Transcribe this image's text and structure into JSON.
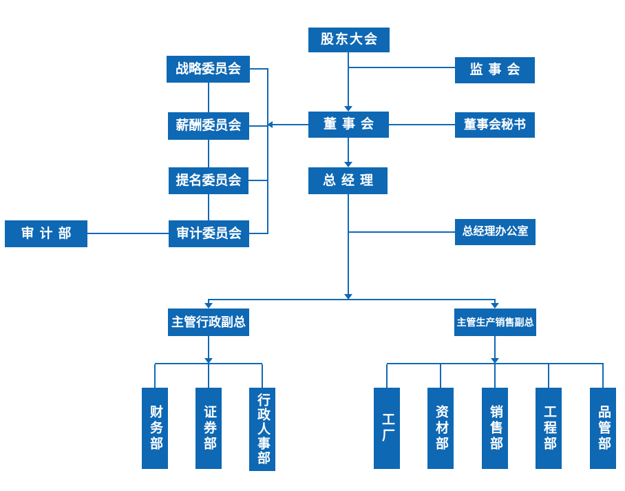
{
  "background": "#ffffff",
  "colors": {
    "node_fill": "#0e68b4",
    "line": "#1068b5",
    "node_text": "#ffffff"
  },
  "org_chart": {
    "nodes": {
      "shareholders_meeting": {
        "label": "股东大会"
      },
      "supervisory_board": {
        "label": "监事会"
      },
      "strategy_committee": {
        "label": "战略委员会"
      },
      "board_of_directors": {
        "label": "董事会"
      },
      "board_secretary": {
        "label": "董事会秘书"
      },
      "compensation_committee": {
        "label": "薪酬委员会"
      },
      "nomination_committee": {
        "label": "提名委员会"
      },
      "general_manager": {
        "label": "总经理"
      },
      "audit_committee": {
        "label": "审计委员会"
      },
      "audit_department": {
        "label": "审计部"
      },
      "gm_office": {
        "label": "总经理办公室"
      },
      "vp_admin": {
        "label": "主管行政副总"
      },
      "vp_production_sales": {
        "label": "主管生产销售副总"
      },
      "finance_dept": {
        "label": "财务部"
      },
      "securities_dept": {
        "label": "证券部"
      },
      "admin_hr_dept": {
        "label": "行政人事部"
      },
      "factory": {
        "label": "工厂"
      },
      "materials_dept": {
        "label": "资材部"
      },
      "sales_dept": {
        "label": "销售部"
      },
      "engineering_dept": {
        "label": "工程部"
      },
      "quality_dept": {
        "label": "品管部"
      }
    },
    "edges": [
      {
        "from": "shareholders_meeting",
        "to": "board_of_directors",
        "arrow": true
      },
      {
        "from": "shareholders_meeting",
        "to": "supervisory_board",
        "arrow": false
      },
      {
        "from": "board_of_directors",
        "to": "board_secretary",
        "arrow": false
      },
      {
        "from": "board_of_directors",
        "to": "strategy_committee",
        "arrow": true
      },
      {
        "from": "board_of_directors",
        "to": "compensation_committee",
        "arrow": true
      },
      {
        "from": "board_of_directors",
        "to": "nomination_committee",
        "arrow": true
      },
      {
        "from": "board_of_directors",
        "to": "audit_committee",
        "arrow": true
      },
      {
        "from": "strategy_committee",
        "to": "compensation_committee",
        "arrow": false
      },
      {
        "from": "compensation_committee",
        "to": "nomination_committee",
        "arrow": false
      },
      {
        "from": "nomination_committee",
        "to": "audit_committee",
        "arrow": false
      },
      {
        "from": "audit_committee",
        "to": "audit_department",
        "arrow": false
      },
      {
        "from": "board_of_directors",
        "to": "general_manager",
        "arrow": true
      },
      {
        "from": "general_manager",
        "to": "gm_office",
        "arrow": false
      },
      {
        "from": "general_manager",
        "to": "vp_admin",
        "arrow": true
      },
      {
        "from": "general_manager",
        "to": "vp_production_sales",
        "arrow": true
      },
      {
        "from": "vp_admin",
        "to": "finance_dept",
        "arrow": false
      },
      {
        "from": "vp_admin",
        "to": "securities_dept",
        "arrow": false
      },
      {
        "from": "vp_admin",
        "to": "admin_hr_dept",
        "arrow": false
      },
      {
        "from": "vp_production_sales",
        "to": "factory",
        "arrow": false
      },
      {
        "from": "vp_production_sales",
        "to": "materials_dept",
        "arrow": false
      },
      {
        "from": "vp_production_sales",
        "to": "sales_dept",
        "arrow": false
      },
      {
        "from": "vp_production_sales",
        "to": "engineering_dept",
        "arrow": false
      },
      {
        "from": "vp_production_sales",
        "to": "quality_dept",
        "arrow": false
      }
    ]
  }
}
